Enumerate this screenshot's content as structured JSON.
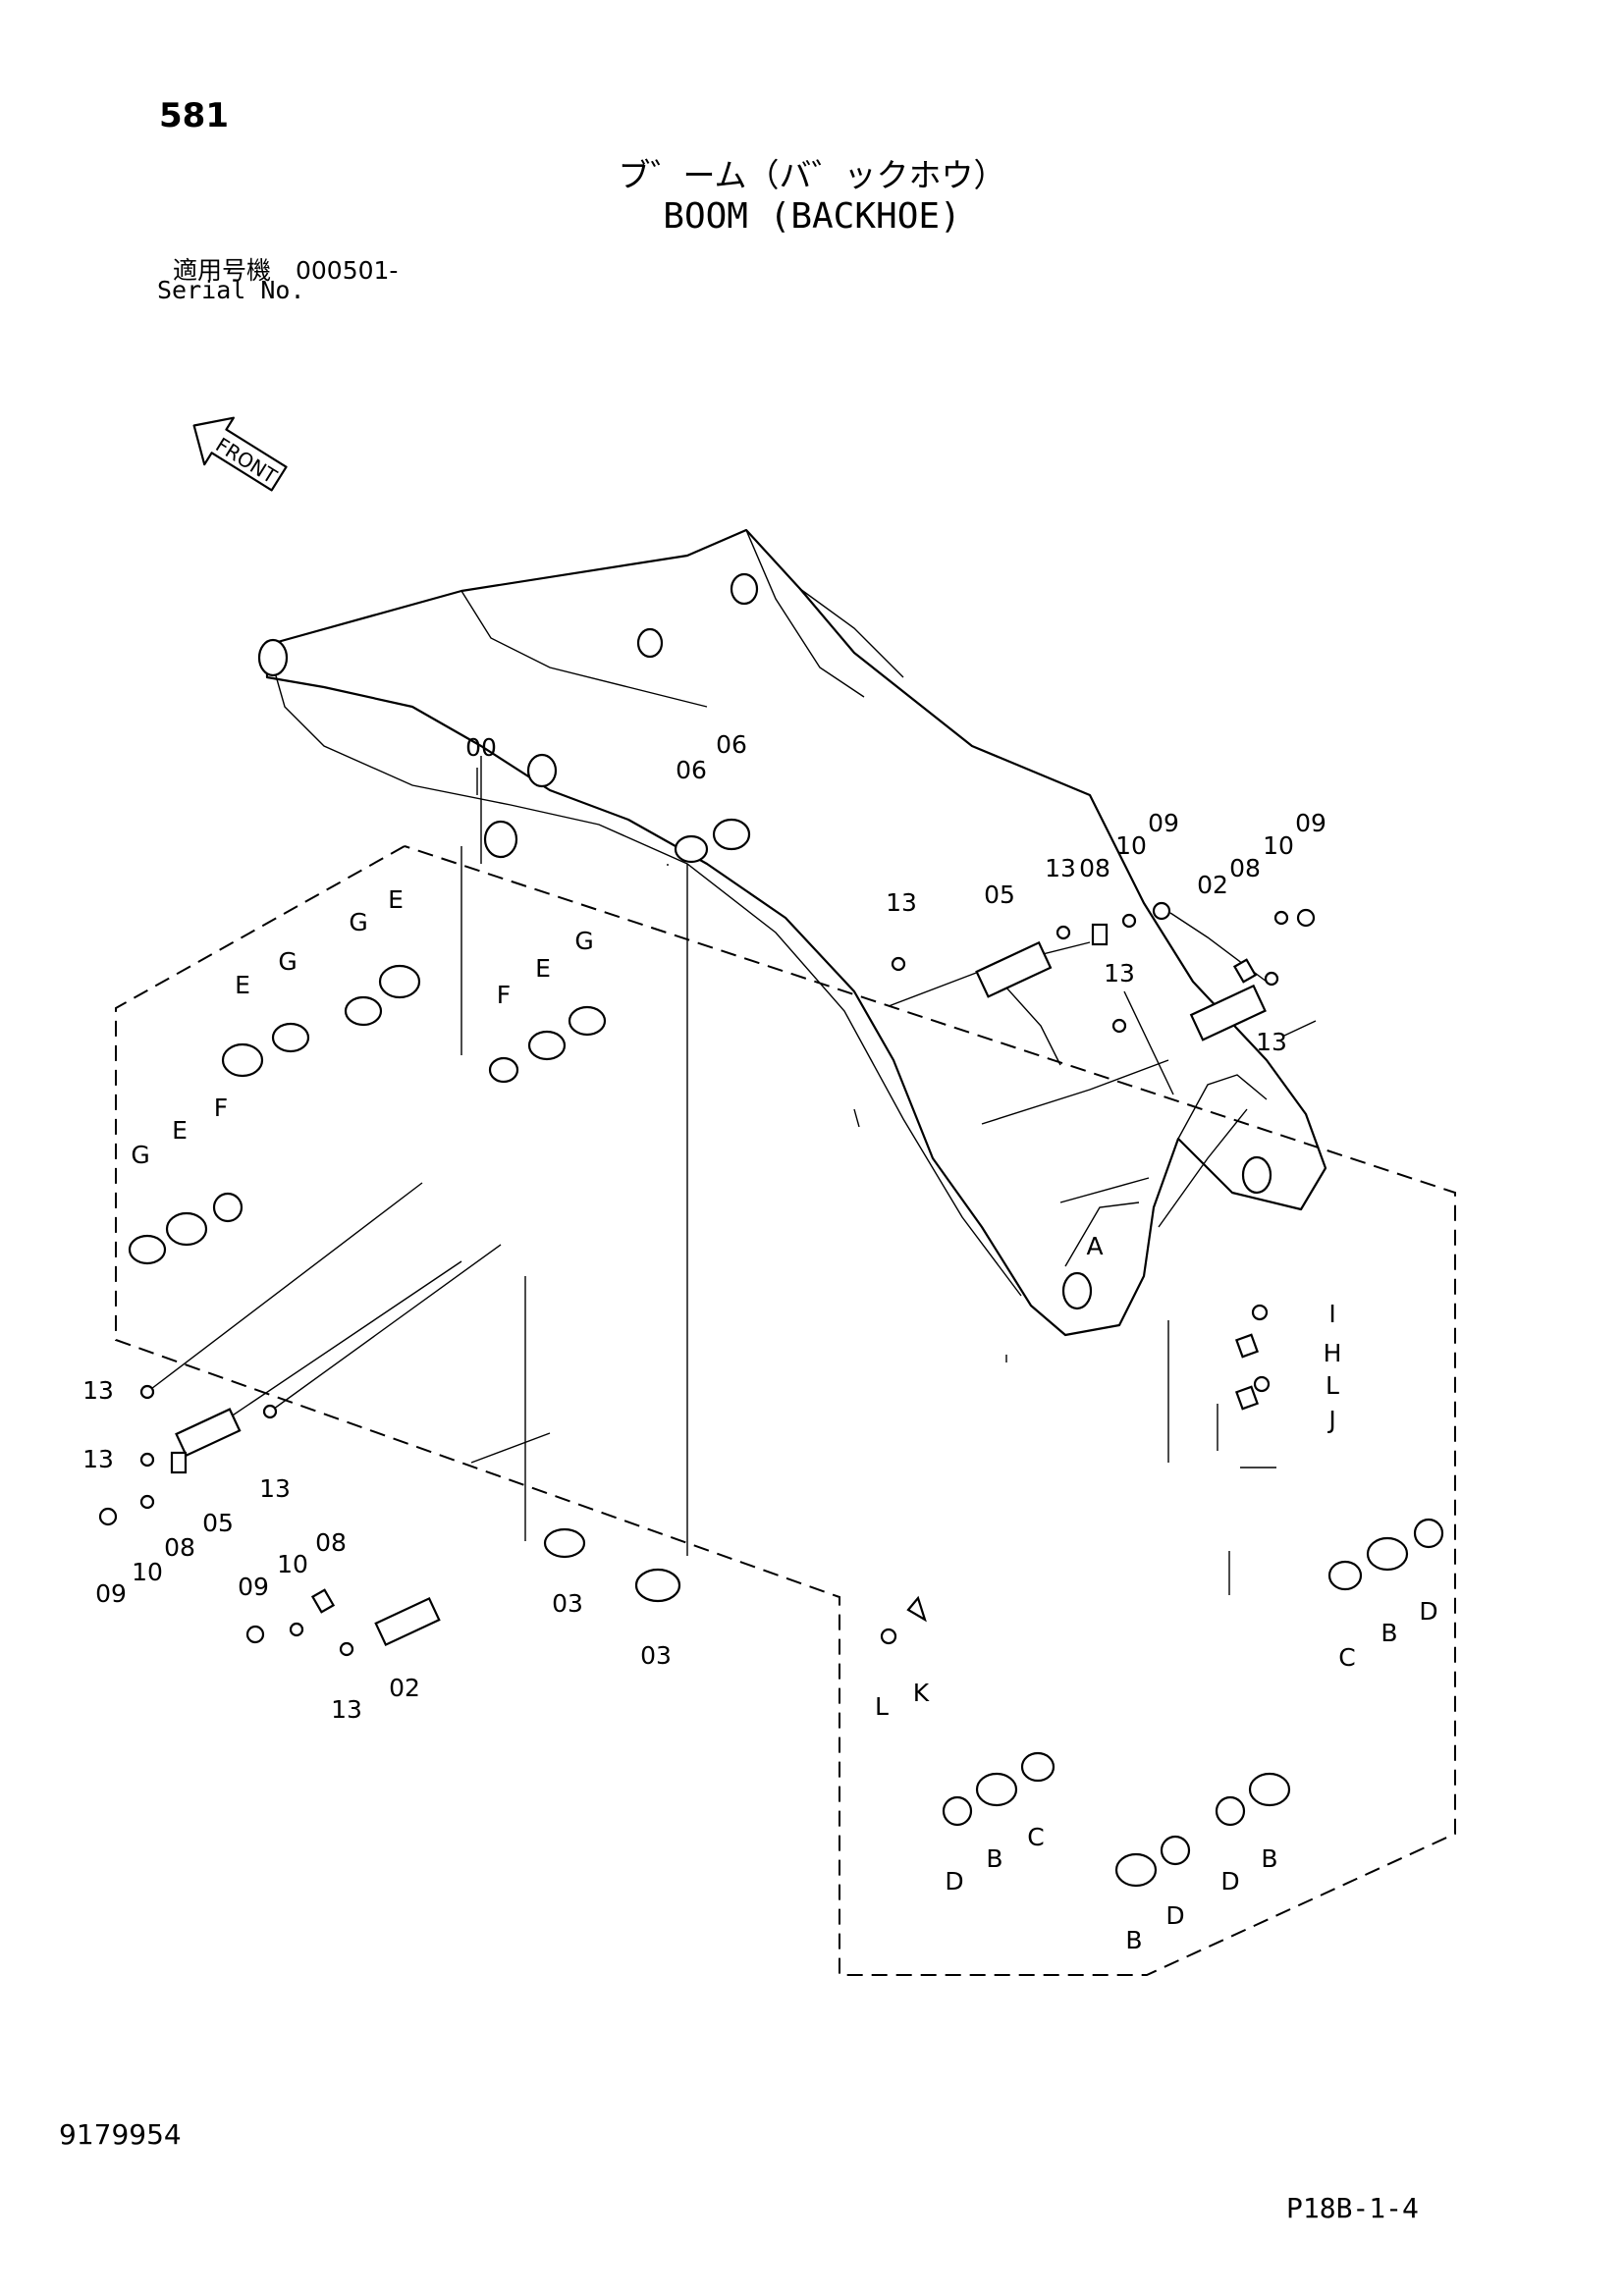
{
  "header": {
    "page_number": "581",
    "title_jp": "ブ゛ーム（バ゛ックホウ）",
    "title_en": "BOOM (BACKHOE)",
    "serial_label_jp": "適用号機　000501-",
    "serial_label_en": "Serial No."
  },
  "front_arrow": {
    "label": "FRONT",
    "icon": "front-direction-arrow-icon"
  },
  "callouts": {
    "c00": "00",
    "c06a": "06",
    "c06b": "06",
    "c13_top": "13",
    "c05_top": "05",
    "c13_top2": "13",
    "c08_top": "08",
    "c10_top": "10",
    "c09_top": "09",
    "c02_top": "02",
    "c08_top2": "08",
    "c10_top2": "10",
    "c09_top2": "09",
    "c13_mid": "13",
    "c13_right": "13",
    "cG1": "G",
    "cE1": "E",
    "cG2": "G",
    "cE2": "E",
    "cF2": "F",
    "cE3": "E",
    "cG3": "G",
    "cG4": "G",
    "cE4": "E",
    "cF4": "F",
    "cA": "A",
    "cI": "I",
    "cH": "H",
    "cL1": "L",
    "cJ": "J",
    "c13_l1": "13",
    "c13_l2": "13",
    "c13_l3": "13",
    "c09_l": "09",
    "c10_l": "10",
    "c08_l": "08",
    "c05_l": "05",
    "c09_b": "09",
    "c10_b": "10",
    "c08_b": "08",
    "c13_b": "13",
    "c02_b": "02",
    "c03_a": "03",
    "c03_b": "03",
    "cL2": "L",
    "cK": "K",
    "cC1": "C",
    "cB1": "B",
    "cD1": "D",
    "cD2": "D",
    "cB2": "B",
    "cC2": "C",
    "cB3": "B",
    "cD3": "D",
    "cD4": "D",
    "cB4": "B"
  },
  "footer": {
    "document_id": "9179954",
    "page_reference": "P18B-1-4"
  }
}
